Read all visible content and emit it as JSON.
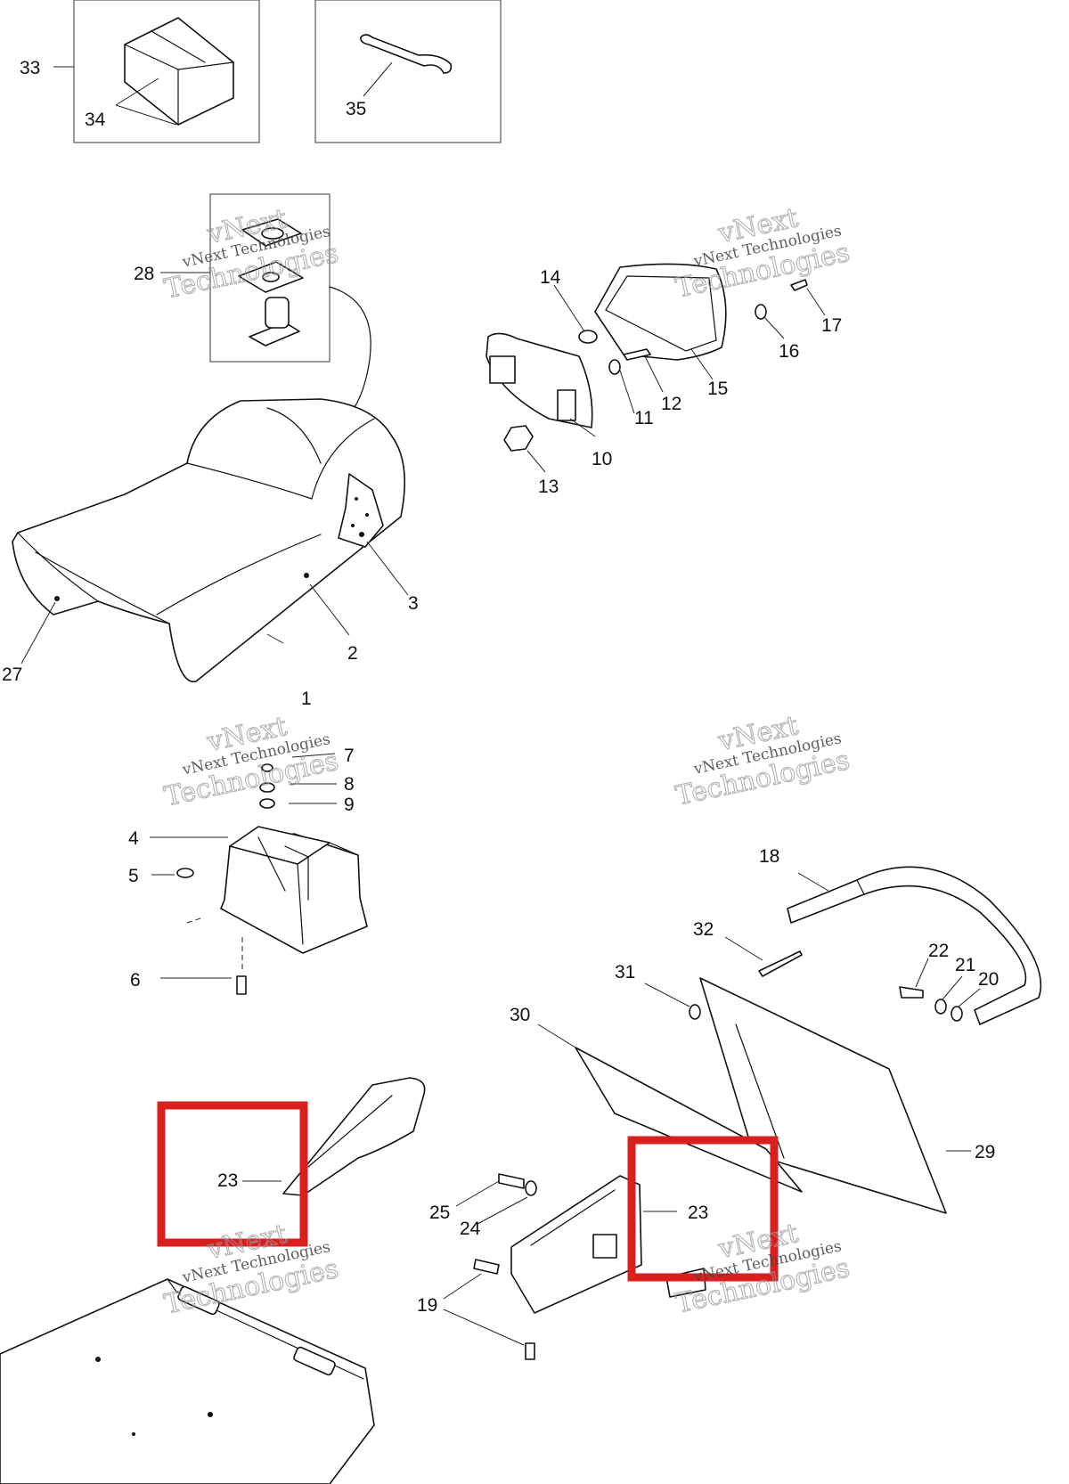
{
  "diagram": {
    "callouts": {
      "c1": "1",
      "c2": "2",
      "c3": "3",
      "c4": "4",
      "c5": "5",
      "c6": "6",
      "c7": "7",
      "c8": "8",
      "c9": "9",
      "c10": "10",
      "c11": "11",
      "c12": "12",
      "c13": "13",
      "c14": "14",
      "c15": "15",
      "c16": "16",
      "c17": "17",
      "c18": "18",
      "c19": "19",
      "c20": "20",
      "c21": "21",
      "c22": "22",
      "c23a": "23",
      "c23b": "23",
      "c24": "24",
      "c25": "25",
      "c27": "27",
      "c28": "28",
      "c29": "29",
      "c30": "30",
      "c31": "31",
      "c32": "32",
      "c33": "33",
      "c34": "34",
      "c35": "35"
    },
    "watermark": {
      "line1": "vNext",
      "line2": "vNext Technologies",
      "line3": "Technologies"
    },
    "highlight_color": "#d9201f"
  }
}
